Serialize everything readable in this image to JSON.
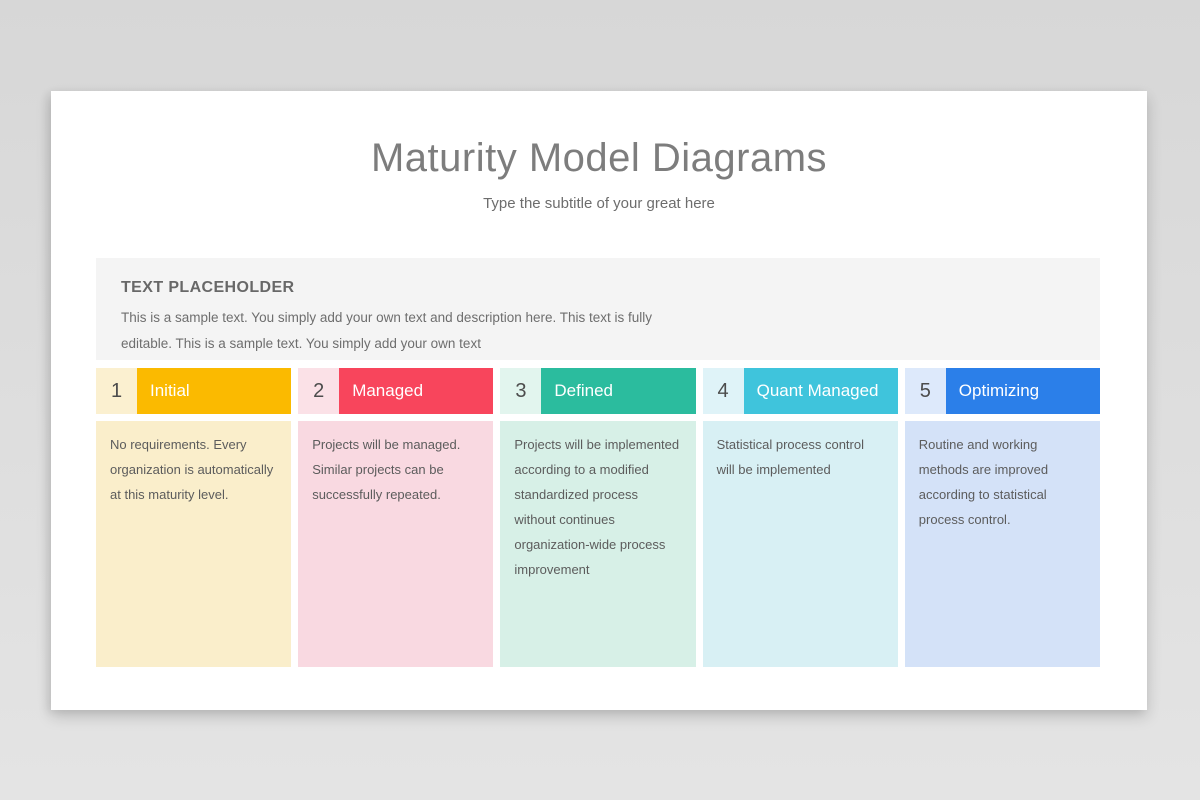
{
  "page": {
    "background_top": "#d7d7d7",
    "background_bottom": "#e4e4e4",
    "card_bg": "#ffffff"
  },
  "header": {
    "title": "Maturity Model Diagrams",
    "subtitle": "Type the subtitle of your great here"
  },
  "placeholder": {
    "heading": "TEXT PLACEHOLDER",
    "body": "This is a sample text. You simply add your own text and description here. This text is fully editable. This is a sample text. You simply add your own text"
  },
  "columns": [
    {
      "number": "1",
      "label": "Initial",
      "description": "No requirements. Every organization is automatically at this maturity level.",
      "header_color": "#fbba00",
      "number_bg": "#fbf0d0",
      "body_bg": "#faeecb"
    },
    {
      "number": "2",
      "label": "Managed",
      "description": "Projects will be managed. Similar projects can be successfully repeated.",
      "header_color": "#f8455c",
      "number_bg": "#fbe1e7",
      "body_bg": "#f9d9e1"
    },
    {
      "number": "3",
      "label": "Defined",
      "description": "Projects will be implemented according to a modified standardized process without continues organization-wide process improvement",
      "header_color": "#2bbc9e",
      "number_bg": "#e2f5ee",
      "body_bg": "#d7f0e7"
    },
    {
      "number": "4",
      "label": "Quant Managed",
      "description": "Statistical process control will be implemented",
      "header_color": "#3fc4dc",
      "number_bg": "#dff3f8",
      "body_bg": "#d8f0f4"
    },
    {
      "number": "5",
      "label": "Optimizing",
      "description": "Routine and working methods are improved according to statistical process control.",
      "header_color": "#2b7fe9",
      "number_bg": "#dde9fb",
      "body_bg": "#d4e2f8"
    }
  ]
}
